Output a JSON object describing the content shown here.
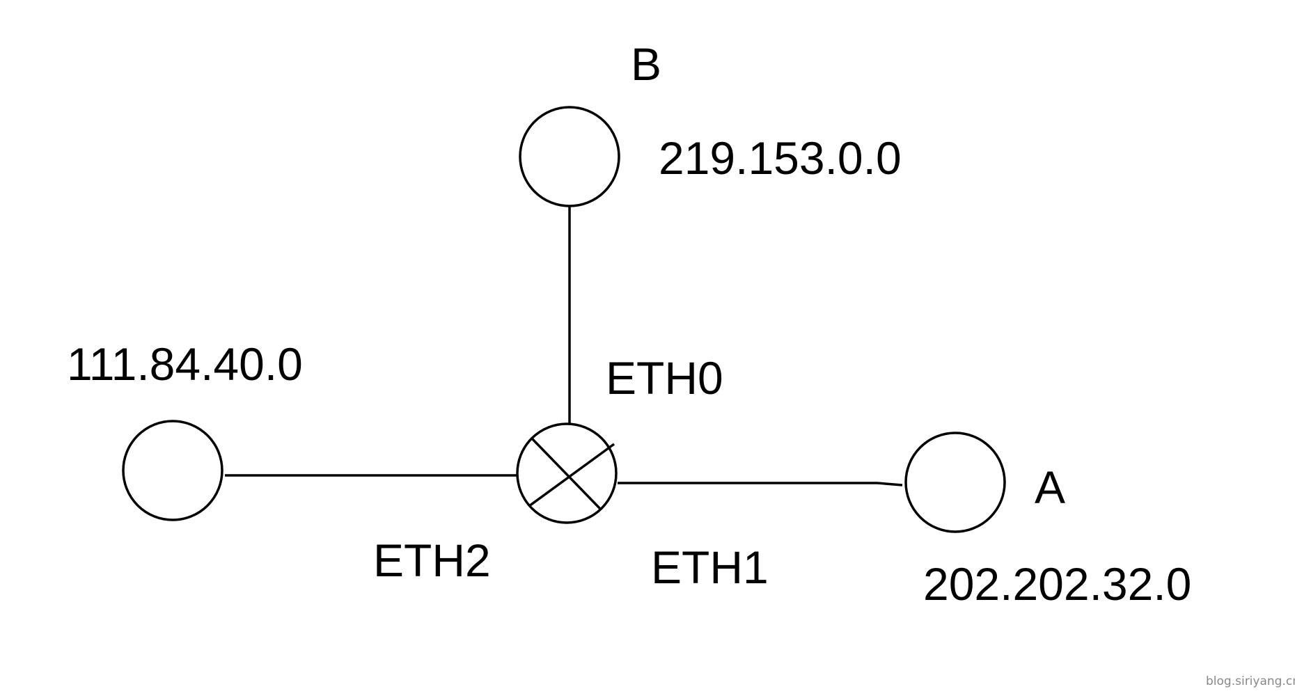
{
  "nodes": {
    "b": {
      "name": "B",
      "network": "219.153.0.0"
    },
    "left": {
      "network": "111.84.40.0"
    },
    "a": {
      "name": "A",
      "network": "202.202.32.0"
    }
  },
  "interfaces": {
    "eth0": "ETH0",
    "eth1": "ETH1",
    "eth2": "ETH2"
  },
  "watermark": "blog.siriyang.cn"
}
